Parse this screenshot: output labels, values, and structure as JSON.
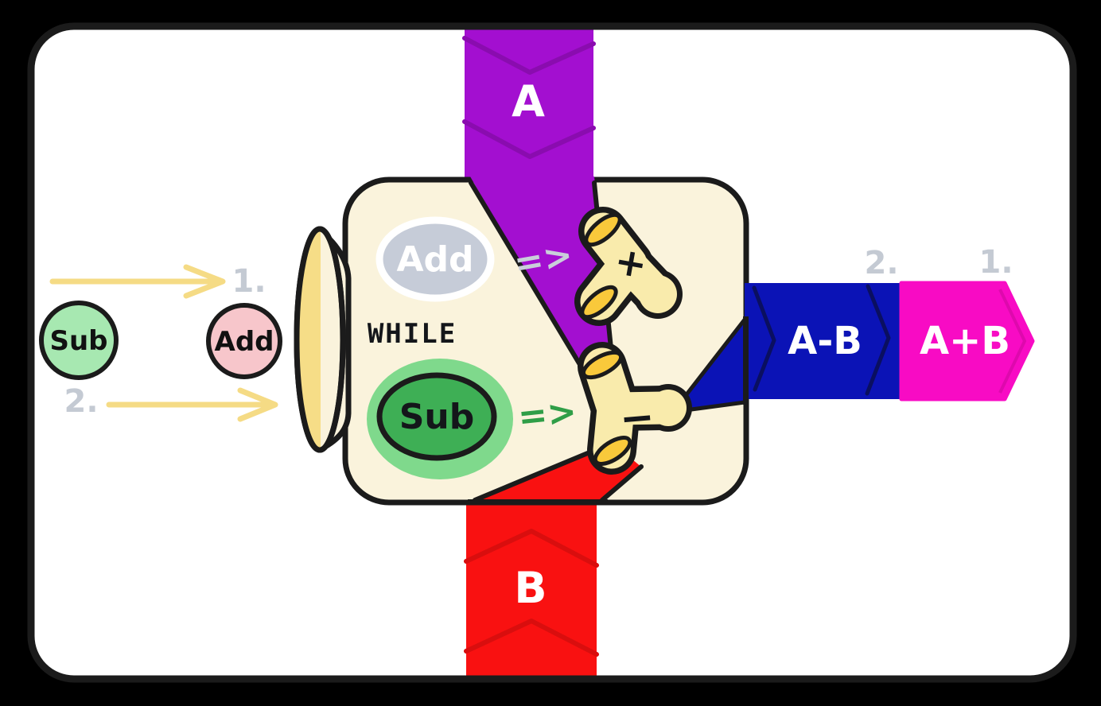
{
  "diagram": {
    "background_color": "#000000",
    "card_color": "#ffffff",
    "outline_color": "#1b1b1b",
    "order_label_color": "#c4cad3",
    "arrow_color": "#f5db85",
    "input_top": {
      "label": "A",
      "color": "#a30fd0",
      "chevron_color": "#8a0caf"
    },
    "input_bottom": {
      "label": "B",
      "color": "#f91111",
      "chevron_color": "#d90e0e"
    },
    "output_first": {
      "label": "A+B",
      "order_label": "1.",
      "color": "#f80bc4",
      "tip_line_color": "#d909a9"
    },
    "output_second": {
      "label": "A-B",
      "order_label": "2.",
      "color": "#0b13b6",
      "chevron_color": "#0a0f60"
    },
    "machine": {
      "keyword": "WHILE",
      "body_color": "#faf3dc",
      "nozzle_color": "#f9ebac",
      "opening_color": "#f9c93b",
      "funnel_inner_color": "#f6dd87",
      "add_rule": {
        "chip": "Add",
        "arrow": "=>",
        "spout": "+",
        "chip_color": "#c6ccd8",
        "chip_text_color": "#ffffff",
        "arrow_color": "#c9ceda"
      },
      "sub_rule": {
        "chip": "Sub",
        "arrow": "=>",
        "spout": "−",
        "chip_color": "#3eaf55",
        "glow_color": "#7fd98c",
        "chip_text_color": "#14161a",
        "arrow_color": "#2f9e47"
      }
    },
    "tokens": {
      "first": {
        "label": "Add",
        "order_label": "1.",
        "color": "#f7c6cb"
      },
      "second": {
        "label": "Sub",
        "order_label": "2.",
        "color": "#a7e8b1"
      }
    }
  }
}
